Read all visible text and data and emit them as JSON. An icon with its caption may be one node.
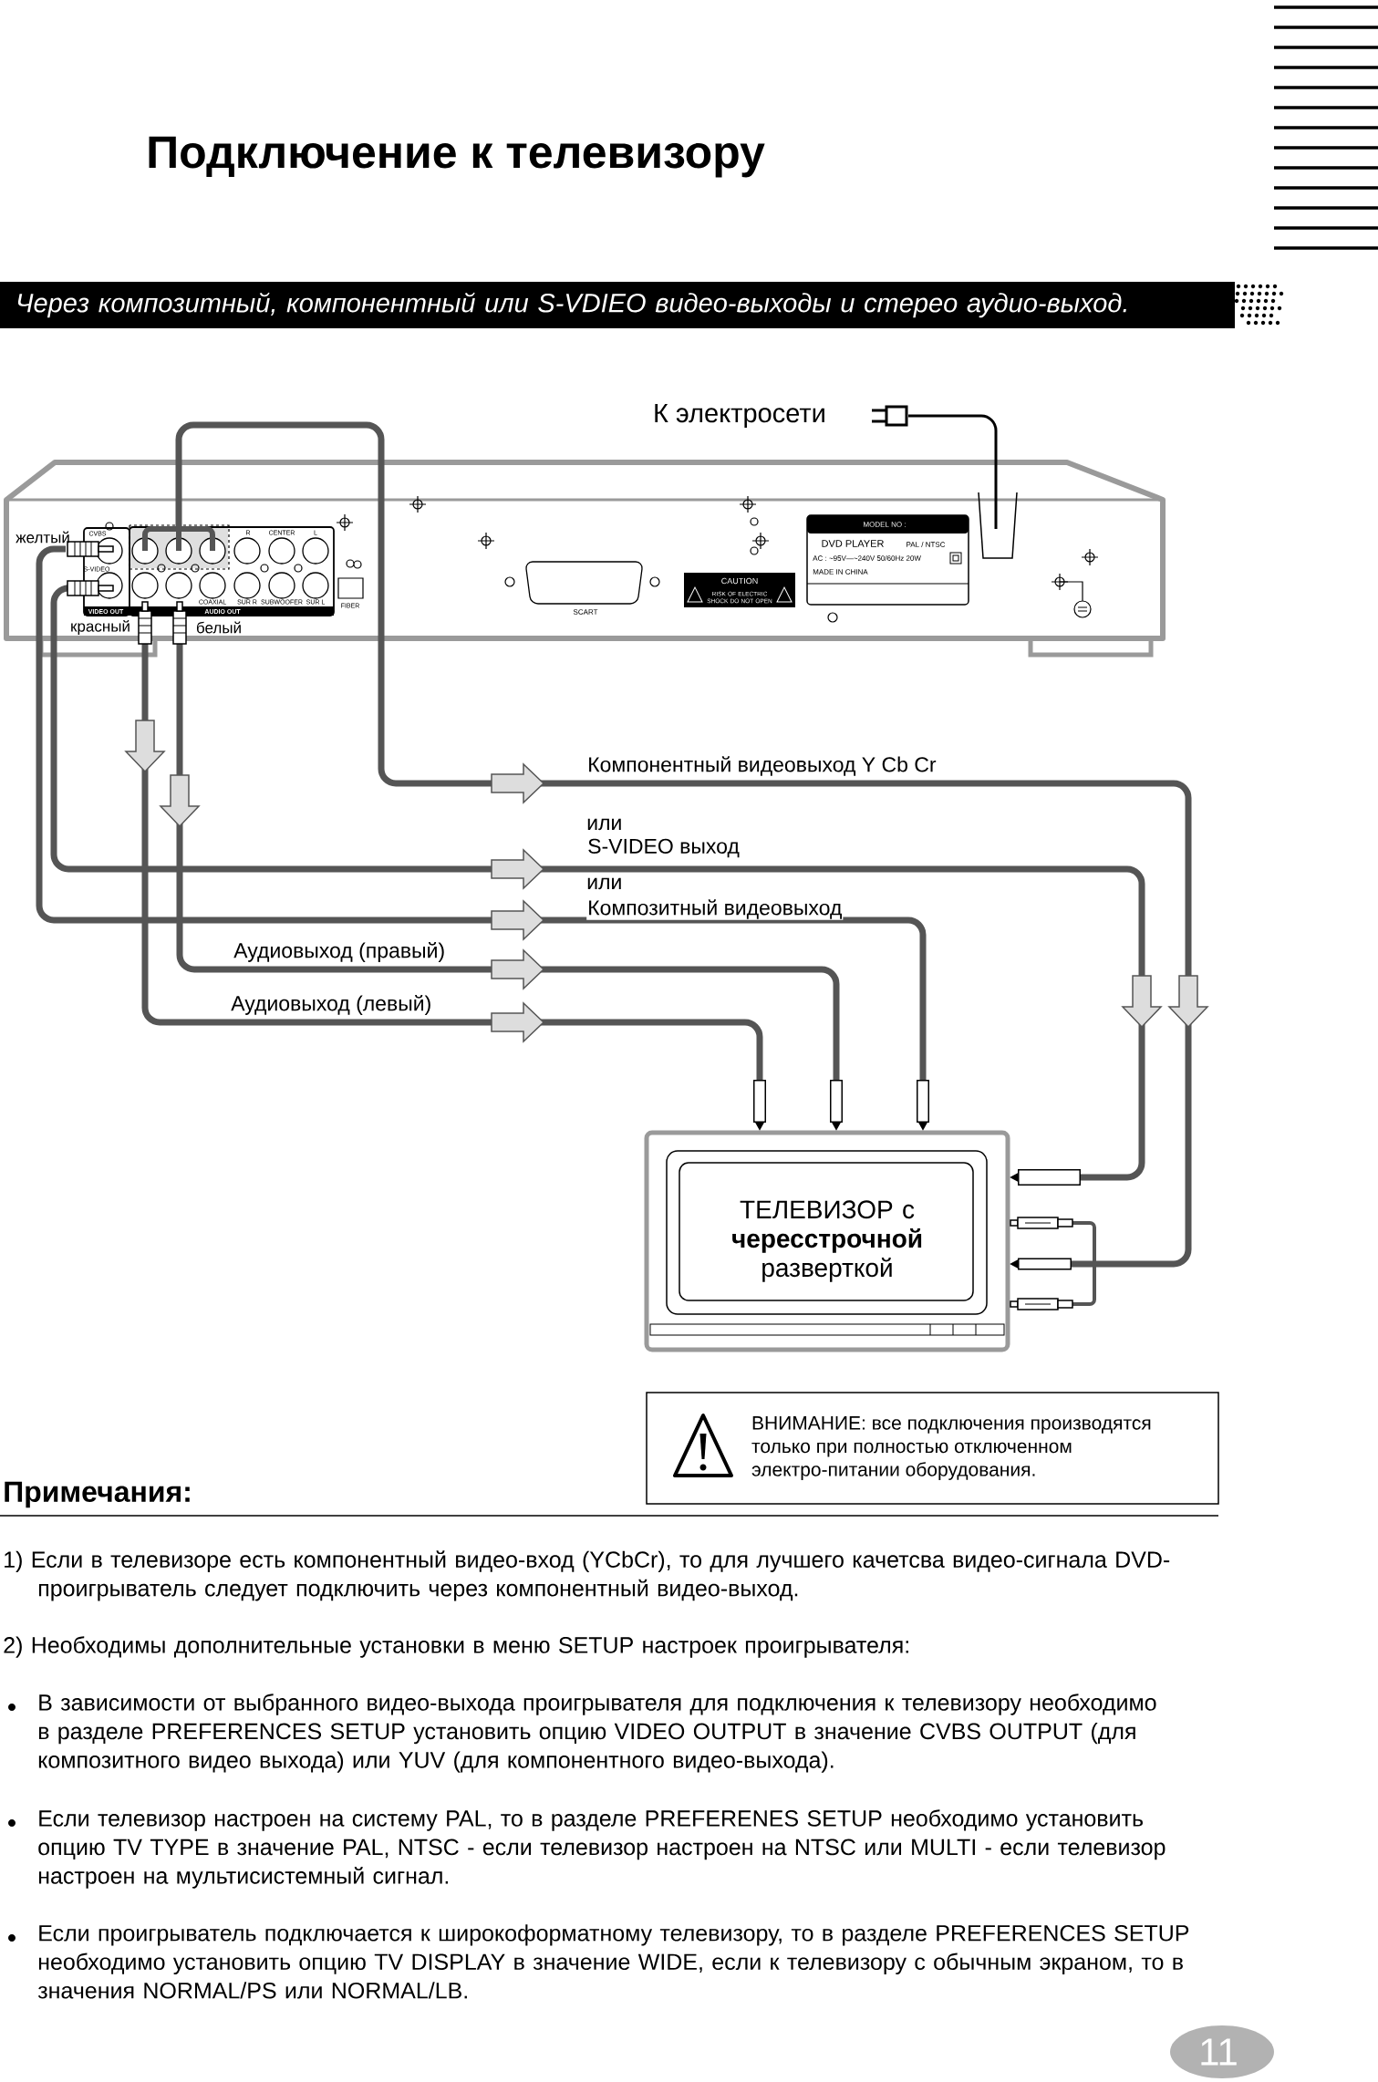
{
  "diagram": {
    "title": "Подключение к телевизору",
    "nodes": [
      {
        "text": [
          "Через композитный, компонентный или S-VDIEO видео-выходы и стерео аудио-выход."
        ]
      },
      {
        "text": [
          "К электросети"
        ]
      },
      {
        "text": [],
        "shape": "picture"
      },
      {
        "text": [
          "ТЕЛЕВИЗОР с **чересстрочной** разверткой"
        ]
      },
      {
        "text": [
          "ВНИМАНИЕ: все подключения производятся только при полностью отключенном электро-питании оборудования."
        ]
      }
    ],
    "edges": [
      {
        "from": 2,
        "to": 3,
        "arrow": "to",
        "label": "Компонентный видеовыход Y Cb Cr"
      },
      {
        "from": 2,
        "to": 3,
        "arrow": "to",
        "label": "S-VIDEO выход"
      },
      {
        "from": 2,
        "to": 3,
        "arrow": "to",
        "label": "Композитный видеовыход"
      },
      {
        "from": 2,
        "to": 3,
        "arrow": "to",
        "label": "Аудиовыход (правый)"
      },
      {
        "from": 2,
        "to": 3,
        "arrow": "to",
        "label": "Аудиовыход (левый)"
      },
      {
        "from": 2,
        "to": 1,
        "arrow": "none",
        "color": "#000000"
      }
    ],
    "labels": [
      "желтый",
      "CVBS",
      "S-VIDEO",
      "R",
      "CENTER",
      "L",
      "COAXIAL",
      "SUR R",
      "SUBWOOFER",
      "SUR L",
      "VIDEO OUT",
      "AUDIO OUT",
      "FIBER",
      "красный",
      "белый",
      "SCART",
      "CAUTION",
      "RISK OF ELECTRIC SHOCK DO NOT OPEN",
      "MODEL NO :",
      "DVD PLAYER",
      "PAL / NTSC",
      "AC : ~95V—~240V 50/60Hz 20W",
      "MADE IN CHINA",
      "или",
      "или",
      "Примечания:",
      "1) Если в телевизоре есть компонентный видео-вход (YCbCr), то для лучшего качетсва видео-сигнала DVD-проигрыватель следует подключить через компонентный видео-выход.",
      "2) Необходимы дополнительные установки в меню SETUP настроек проигрывателя:",
      "В зависимости от выбранного видео-выхода проигрывателя для подключения к телевизору необходимо в разделе PREFERENCES SETUP установить опцию VIDEO OUTPUT в значение CVBS OUTPUT (для композитного видео выхода) или YUV (для компонентного видео-выхода).",
      "Если телевизор настроен на систему PAL, то в разделе PREFERENES SETUP необходимо установить опцию TV TYPE в значение PAL, NTSC - если телевизор настроен на NTSC или MULTI - если телевизор настроен на мультисистемный сигнал.",
      "Если проигрыватель подключается к широкоформатному телевизору, то в разделе PREFERENCES SETUP необходимо установить опцию TV DISPLAY в значение WIDE, если к телевизору с обычным экраном, то в значения NORMAL/PS или NORMAL/LB.",
      "11"
    ]
  }
}
